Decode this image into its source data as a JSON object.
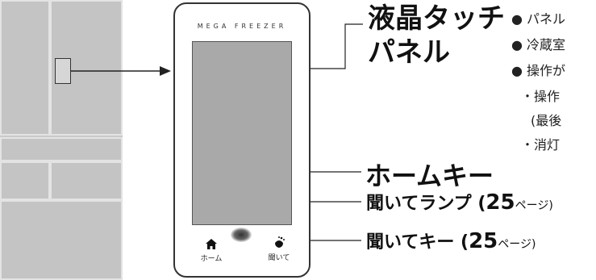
{
  "panel": {
    "brand": "MEGA FREEZER",
    "home_label": "ホーム",
    "listen_label": "聞いて"
  },
  "callouts": {
    "touch_panel_line1": "液晶タッチ",
    "touch_panel_line2": "パネル",
    "home_key": "ホームキー",
    "listen_lamp_text": "聞いてランプ (",
    "listen_lamp_page": "25",
    "listen_lamp_suffix": "ページ)",
    "listen_key_text": "聞いてキー (",
    "listen_key_page": "25",
    "listen_key_suffix": "ページ)"
  },
  "bullets": [
    "● パネル",
    "● 冷蔵室",
    "● 操作が",
    "・操作",
    "(最後",
    "・消灯"
  ]
}
